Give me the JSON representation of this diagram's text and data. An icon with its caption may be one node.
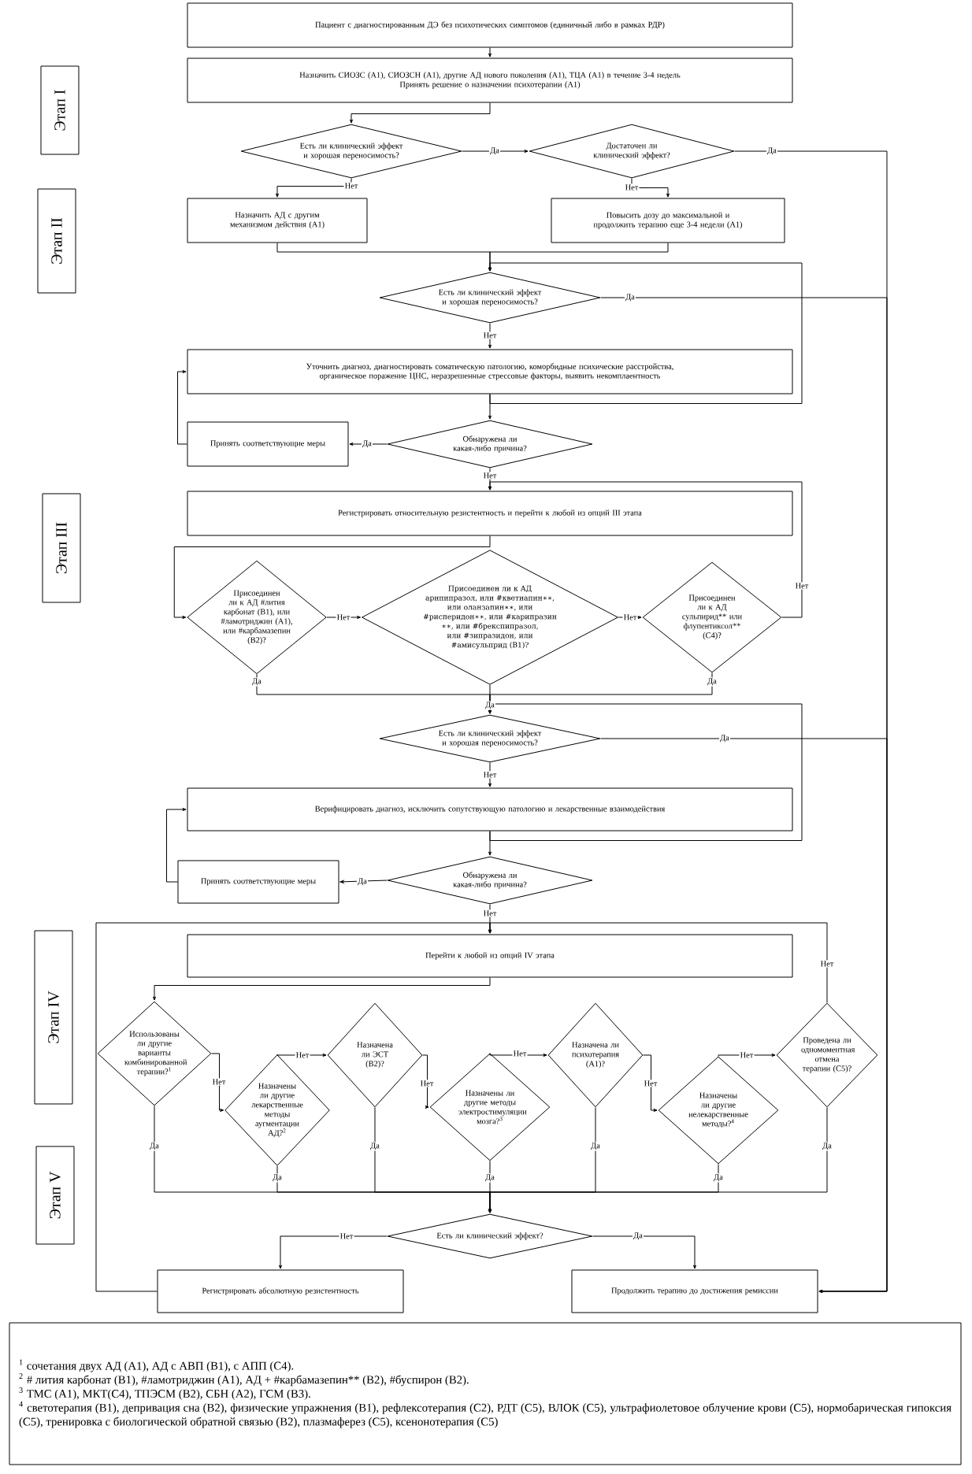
{
  "diagram": {
    "nodes": [
      {
        "text": [
          "Пациент с диагностированным ДЭ без психотических симптомов (единичный либо в рамках РДР)"
        ]
      },
      {
        "text": [
          "Назначить СИОЗС (А1), СИОЗСН (А1), другие АД нового поколения (А1), ТЦА (А1) в течение 3-4 недель",
          "Принять решение о назначении психотерапии (А1)"
        ]
      },
      {
        "text": [
          "Есть ли клинический эффект и хорошая переносимость?"
        ]
      },
      {
        "text": [
          "Достаточен ли клинический эффект?"
        ]
      },
      {
        "text": [
          "Назначить АД с другим механизмом действия (А1)"
        ]
      },
      {
        "text": [
          "Повысить дозу до максимальной и продолжить терапию еще 3-4 недели (А1)"
        ]
      },
      {
        "text": [
          "Есть ли клинический эффект и хорошая переносимость?"
        ]
      },
      {
        "text": [
          "Уточнить диагноз, диагностировать соматическую патологию, коморбидные психические расстройства, органическое поражение ЦНС, неразрешенные стрессовые факторы, выявить некомплаентность"
        ]
      },
      {
        "text": [
          "Обнаружена ли какая-либо причина?"
        ]
      },
      {
        "text": [
          "Принять соответствующие меры"
        ]
      },
      {
        "text": [
          "Регистрировать относительную резистентность и перейти к любой из опций III этапа"
        ]
      },
      {
        "text": [
          "Присоединен ли к АД #лития карбонат (В1), или #ламотриджин (А1), или #карбамазепин (В2)?"
        ]
      },
      {
        "text": [
          "Присоединен ли к АД арипипразол, или #кветиапин∗∗, или оланзапин∗∗, или #рисперидон∗∗, или #карипразин ∗∗, или #брекспипразол, или #зипразидон, или #амисульприд (В1)?"
        ]
      },
      {
        "text": [
          "Присоединен ли к АД сульпирид** или флупентиксол** (С4)?"
        ]
      },
      {
        "text": [
          "Есть ли клинический эффект и хорошая переносимость?"
        ]
      },
      {
        "text": [
          "Верифицировать диагноз, исключить сопутствующую патологию и лекарственные взаимодействия"
        ]
      },
      {
        "text": [
          "Обнаружена ли какая-либо причина?"
        ]
      },
      {
        "text": [
          "Принять соответствующие меры"
        ]
      },
      {
        "text": [
          "Перейти к любой из опций IV этапа"
        ]
      },
      {
        "text": [
          "Использованы ли другие варианты комбинированной терапии?$^{1}$"
        ]
      },
      {
        "text": [
          "Назначены ли другие лекарственные методы аугментации АД?$^{2}$"
        ]
      },
      {
        "text": [
          "Назначена ли ЭСТ (В2)?"
        ]
      },
      {
        "text": [
          "Назначены ли другие методы электростимуляции мозга?$^{3}$"
        ]
      },
      {
        "text": [
          "Назначена ли психотерапия (А1)?"
        ]
      },
      {
        "text": [
          "Назначены ли другие нелекарственные методы?$^{4}$"
        ]
      },
      {
        "text": [
          "Проведена ли одномоментная отмена терапии (С5)?"
        ]
      },
      {
        "text": [
          "Есть ли клинический эффект?"
        ]
      },
      {
        "text": [
          "Регистрировать абсолютную резистентность"
        ]
      },
      {
        "text": [
          "Продолжить терапию до достижения ремиссии"
        ]
      },
      {
        "text": [
          "Этап I"
        ]
      },
      {
        "text": [
          "Этап II"
        ]
      },
      {
        "text": [
          "Этап III"
        ]
      },
      {
        "text": [
          "Этап IV"
        ]
      },
      {
        "text": [
          "Этап V"
        ]
      },
      {
        "text": [
          "$^{1}$ сочетания двух АД (А1), АД с АВП (В1), с АПП (С4).",
          "$^{2}$ # лития карбонат (В1), #ламотриджин (А1), АД + #карбамазепин** (В2), #буспирон (В2).",
          "$^{3}$ ТМС (А1), МКТ(С4), ТПЭСМ (В2), СБН (А2), ГСМ (В3).",
          "$^{4}$ светотерапия (В1), депривация сна (В2), физические упражнения (В1), рефлексотерапия (С2), РДТ (С5), ВЛОК (С5), ультрафиолетовое облучение крови (С5), нормобарическая гипоксия (С5), тренировка с биологической обратной связью (В2), плазмаферез (С5), ксенонотерапия (С5)"
        ]
      }
    ],
    "edges": [
      {
        "from": 0,
        "to": 1,
        "arrow": "to"
      },
      {
        "from": 1,
        "to": 2,
        "arrow": "to"
      },
      {
        "from": 2,
        "to": 3,
        "arrow": "to",
        "label": "Да"
      },
      {
        "from": 3,
        "to": 28,
        "arrow": "to",
        "label": "Да"
      },
      {
        "from": 2,
        "to": 4,
        "arrow": "to",
        "label": "Нет"
      },
      {
        "from": 3,
        "to": 5,
        "arrow": "to",
        "label": "Нет"
      },
      {
        "from": 4,
        "to": 6,
        "arrow": "to"
      },
      {
        "from": 5,
        "to": 6,
        "arrow": "to"
      },
      {
        "from": 6,
        "to": 28,
        "arrow": "to",
        "label": "Да"
      },
      {
        "from": 6,
        "to": 7,
        "arrow": "to",
        "label": "Нет"
      },
      {
        "from": 7,
        "to": 6,
        "arrow": "to"
      },
      {
        "from": 7,
        "to": 8,
        "arrow": "to"
      },
      {
        "from": 8,
        "to": 9,
        "arrow": "to",
        "label": "Да"
      },
      {
        "from": 9,
        "to": 7,
        "arrow": "to"
      },
      {
        "from": 8,
        "to": 10,
        "arrow": "to",
        "label": "Нет"
      },
      {
        "from": 10,
        "to": 11,
        "arrow": "to"
      },
      {
        "from": 11,
        "to": 12,
        "arrow": "to",
        "label": "Нет"
      },
      {
        "from": 12,
        "to": 13,
        "arrow": "to",
        "label": "Нет"
      },
      {
        "from": 13,
        "to": 10,
        "arrow": "to",
        "label": "Нет"
      },
      {
        "from": 11,
        "to": 14,
        "arrow": "to",
        "label": "Да"
      },
      {
        "from": 12,
        "to": 14,
        "arrow": "to",
        "label": "Да"
      },
      {
        "from": 13,
        "to": 14,
        "arrow": "to",
        "label": "Да"
      },
      {
        "from": 14,
        "to": 28,
        "arrow": "to",
        "label": "Да"
      },
      {
        "from": 14,
        "to": 15,
        "arrow": "to",
        "label": "Нет"
      },
      {
        "from": 15,
        "to": 14,
        "arrow": "to"
      },
      {
        "from": 15,
        "to": 16,
        "arrow": "to"
      },
      {
        "from": 16,
        "to": 17,
        "arrow": "to",
        "label": "Да"
      },
      {
        "from": 17,
        "to": 15,
        "arrow": "to"
      },
      {
        "from": 16,
        "to": 18,
        "arrow": "to",
        "label": "Нет"
      },
      {
        "from": 18,
        "to": 19,
        "arrow": "to"
      },
      {
        "from": 19,
        "to": 20,
        "arrow": "to",
        "label": "Нет"
      },
      {
        "from": 20,
        "to": 21,
        "arrow": "to",
        "label": "Нет"
      },
      {
        "from": 21,
        "to": 22,
        "arrow": "to",
        "label": "Нет"
      },
      {
        "from": 22,
        "to": 23,
        "arrow": "to",
        "label": "Нет"
      },
      {
        "from": 23,
        "to": 24,
        "arrow": "to",
        "label": "Нет"
      },
      {
        "from": 24,
        "to": 25,
        "arrow": "to",
        "label": "Нет"
      },
      {
        "from": 25,
        "to": 18,
        "arrow": "to",
        "label": "Нет"
      },
      {
        "from": 19,
        "to": 26,
        "arrow": "to",
        "label": "Да"
      },
      {
        "from": 20,
        "to": 26,
        "arrow": "to",
        "label": "Да"
      },
      {
        "from": 21,
        "to": 26,
        "arrow": "to",
        "label": "Да"
      },
      {
        "from": 22,
        "to": 26,
        "arrow": "to",
        "label": "Да"
      },
      {
        "from": 23,
        "to": 26,
        "arrow": "to",
        "label": "Да"
      },
      {
        "from": 24,
        "to": 26,
        "arrow": "to",
        "label": "Да"
      },
      {
        "from": 25,
        "to": 26,
        "arrow": "to",
        "label": "Да"
      },
      {
        "from": 26,
        "to": 27,
        "arrow": "to",
        "label": "Нет"
      },
      {
        "from": 26,
        "to": 28,
        "arrow": "to",
        "label": "Да"
      },
      {
        "from": 27,
        "to": 18,
        "arrow": "to"
      }
    ]
  }
}
